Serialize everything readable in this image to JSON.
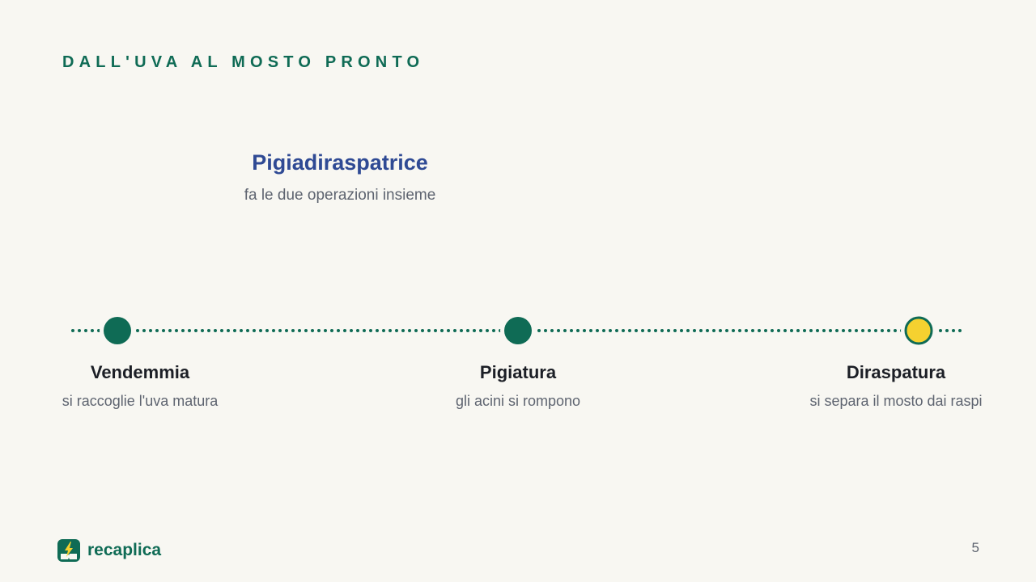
{
  "header": {
    "kicker": "DALL'UVA AL MOSTO PRONTO"
  },
  "callout": {
    "title": "Pigiadiraspatrice",
    "subtitle": "fa le due operazioni insieme"
  },
  "timeline": {
    "steps": [
      {
        "title": "Vendemmia",
        "description": "si raccoglie l'uva matura",
        "state": "done"
      },
      {
        "title": "Pigiatura",
        "description": "gli acini si rompono",
        "state": "done"
      },
      {
        "title": "Diraspatura",
        "description": "si separa il mosto dai raspi",
        "state": "current"
      }
    ]
  },
  "colors": {
    "accent": "#0f6b55",
    "highlight": "#f5d130",
    "title_blue": "#2f4a94",
    "background": "#f8f7f2"
  },
  "footer": {
    "brand": "recaplica",
    "logo_icon": "book-lightning-icon",
    "page_number": "5"
  }
}
